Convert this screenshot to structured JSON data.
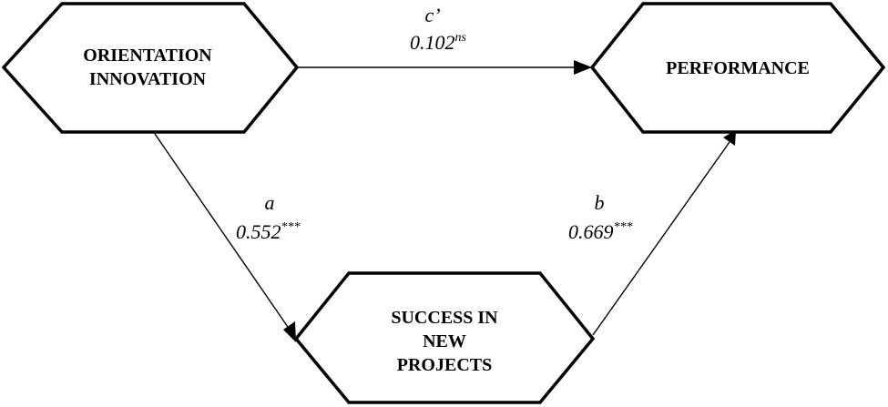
{
  "nodes": {
    "orientation": {
      "lines": [
        "ORIENTATION",
        "INNOVATION"
      ]
    },
    "performance": {
      "lines": [
        "PERFORMANCE"
      ]
    },
    "success": {
      "lines": [
        "SUCCESS IN",
        "NEW",
        "PROJECTS"
      ]
    }
  },
  "edges": {
    "c_prime": {
      "path": "c’",
      "coef": "0.102",
      "sig": "ns"
    },
    "a": {
      "path": "a",
      "coef": "0.552",
      "sig": "***"
    },
    "b": {
      "path": "b",
      "coef": "0.669",
      "sig": "***"
    }
  },
  "colors": {
    "stroke": "#000000",
    "fill": "#ffffff"
  }
}
